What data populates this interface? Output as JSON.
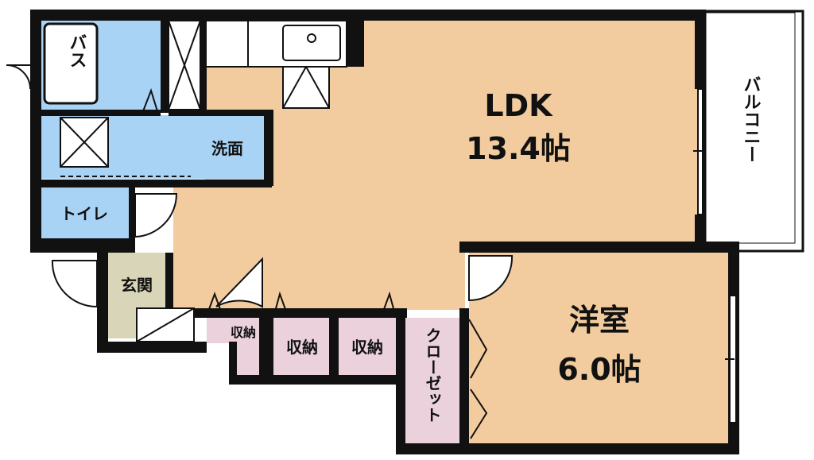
{
  "colors": {
    "wall": "#111111",
    "wood_floor": "#f2cc9e",
    "wet_area": "#a9d3f5",
    "storage": "#ead1dc",
    "entrance": "#d8d5b8",
    "balcony": "#ffffff"
  },
  "rooms": {
    "ldk": {
      "name": "LDK",
      "size": "13.4帖"
    },
    "western": {
      "name": "洋室",
      "size": "6.0帖"
    },
    "bath": {
      "name": "バス"
    },
    "washroom": {
      "name": "洗面"
    },
    "toilet": {
      "name": "トイレ"
    },
    "entrance": {
      "name": "玄関"
    },
    "balcony": {
      "name": "バルコニー"
    },
    "storage_small": {
      "name": "収納"
    },
    "storage_a": {
      "name": "収納"
    },
    "storage_b": {
      "name": "収納"
    },
    "closet": {
      "name": "クローゼット"
    }
  }
}
